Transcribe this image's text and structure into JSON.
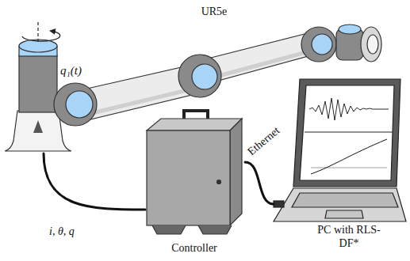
{
  "diagram": {
    "nodes": [
      {
        "text": [
          "UR5e"
        ]
      },
      {
        "text": [
          "Controller"
        ]
      },
      {
        "text": [
          "PC with RLS-DF*"
        ]
      }
    ],
    "edges": [
      {
        "from": 0,
        "to": 1,
        "arrow": "none",
        "label": "i, θ, q"
      },
      {
        "from": 1,
        "to": 2,
        "arrow": "none",
        "label": "Ethernet"
      }
    ],
    "labels": [
      "q₁(t)"
    ]
  }
}
